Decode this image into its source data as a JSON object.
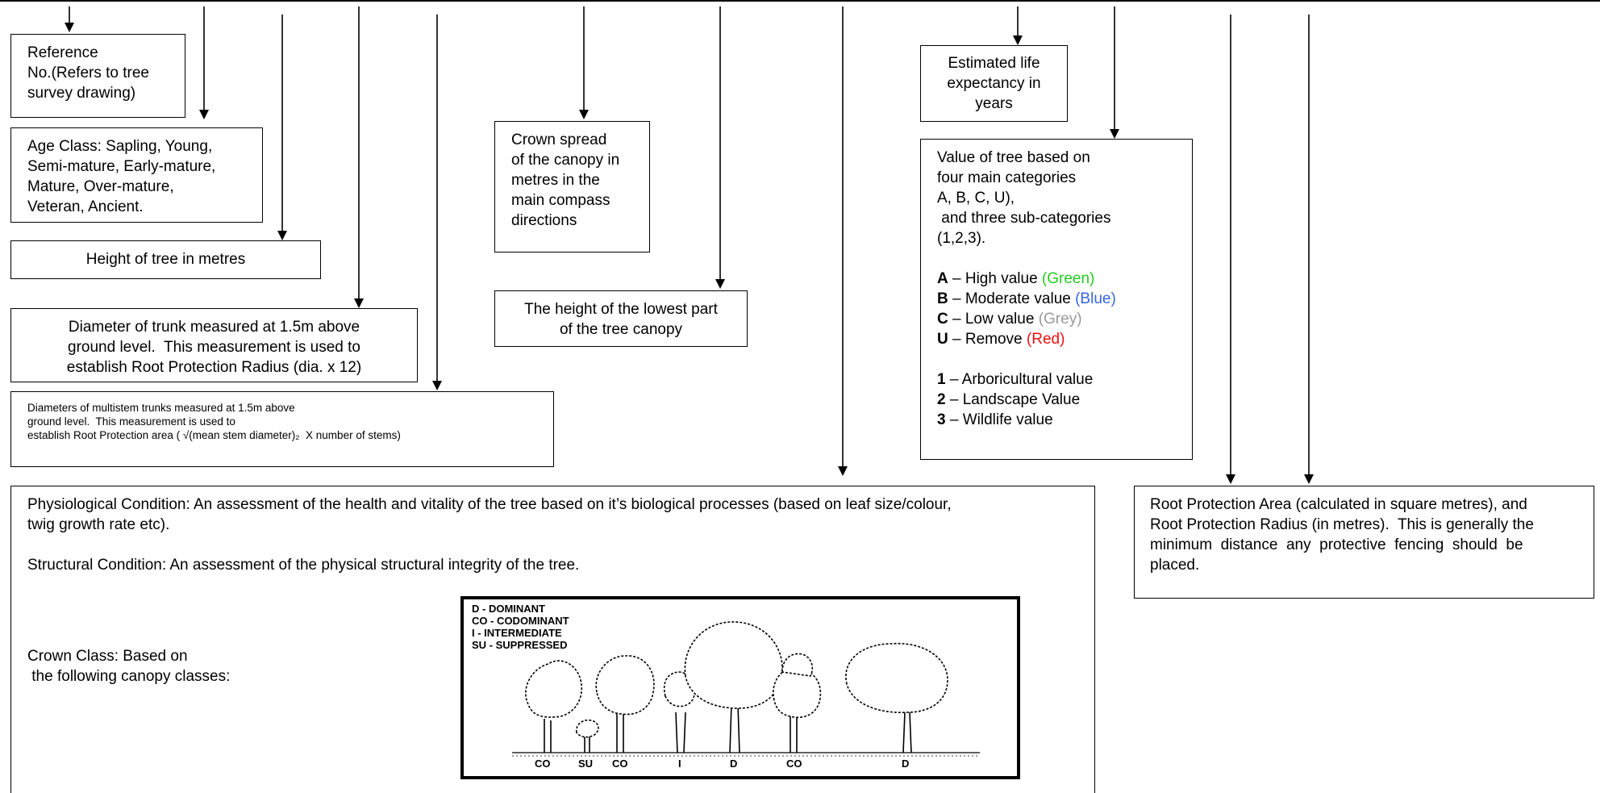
{
  "boxes": {
    "ref_no": [
      "Reference",
      "No.(Refers to tree",
      "survey drawing)"
    ],
    "age_class": [
      "Age Class: Sapling, Young,",
      "Semi-mature, Early-mature,",
      "Mature, Over-mature,",
      "Veteran, Ancient."
    ],
    "height": [
      "Height of tree in metres"
    ],
    "diameter": [
      "Diameter of trunk measured at 1.5m above",
      "ground level.  This measurement is used to",
      "establish Root Protection Radius (dia. x 12)"
    ],
    "multistem": [
      "Diameters of multistem trunks measured at 1.5m above",
      "ground level.  This measurement is used to",
      "establish Root Protection area ( √(mean stem diameter)₂  X number of stems)"
    ],
    "crown_spread": [
      "Crown spread",
      "of the canopy in",
      "metres in the",
      "main compass",
      "directions"
    ],
    "lowest_canopy": [
      "The height of the lowest part",
      "of the tree canopy"
    ],
    "life_expectancy": [
      "Estimated life",
      "expectancy in",
      "years"
    ],
    "root_protection": [
      "Root Protection Area (calculated in square metres), and",
      "Root Protection Radius (in metres).  This is generally the",
      "minimum  distance  any  protective  fencing  should  be",
      "placed."
    ]
  },
  "value": {
    "intro": [
      "Value of tree based on",
      "four main categories",
      "A, B, C, U),",
      " and three sub-categories",
      "(1,2,3)."
    ],
    "categories": [
      {
        "key": "A",
        "text": " – High value ",
        "color_text": "(Green)",
        "color": "#22cc22"
      },
      {
        "key": "B",
        "text": " – Moderate value ",
        "color_text": "(Blue)",
        "color": "#3366dd"
      },
      {
        "key": "C",
        "text": " – Low value ",
        "color_text": "(Grey)",
        "color": "#999999"
      },
      {
        "key": "U",
        "text": " – Remove ",
        "color_text": "(Red)",
        "color": "#ee1111"
      }
    ],
    "subcategories": [
      {
        "key": "1",
        "text": " – Arboricultural value"
      },
      {
        "key": "2",
        "text": " – Landscape Value"
      },
      {
        "key": "3",
        "text": " – Wildlife value"
      }
    ]
  },
  "condition": {
    "physiological": [
      "Physiological Condition: An assessment of the health and vitality of the tree based on it’s biological processes (based on leaf size/colour,",
      "twig growth rate etc)."
    ],
    "structural": "Structural Condition: An assessment of the physical structural integrity of the tree.",
    "crown_class": [
      "Crown Class: Based on",
      " the following canopy classes:"
    ]
  },
  "crown_figure": {
    "legend": [
      "D - DOMINANT",
      "CO - CODOMINANT",
      "I - INTERMEDIATE",
      "SU - SUPPRESSED"
    ],
    "labels": [
      "CO",
      "SU",
      "CO",
      "I",
      "D",
      "CO",
      "D"
    ]
  }
}
